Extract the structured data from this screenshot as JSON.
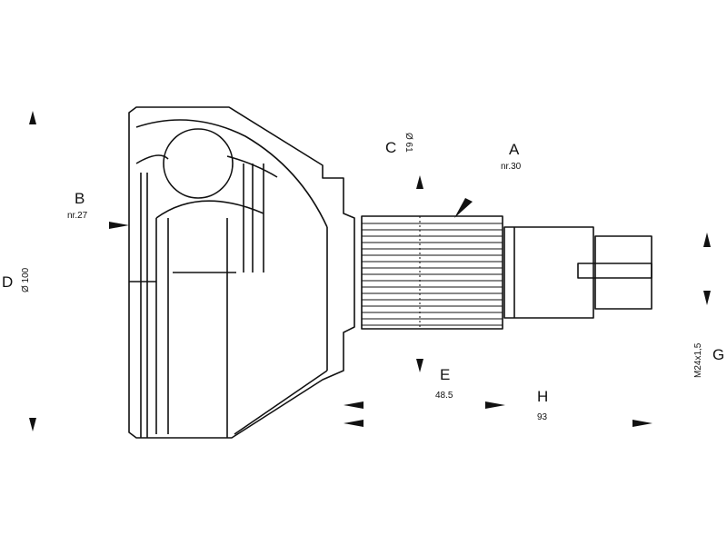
{
  "labels": {
    "A": {
      "letter": "A",
      "value": "nr.30"
    },
    "B": {
      "letter": "B",
      "value": "nr.27"
    },
    "C": {
      "letter": "C",
      "value": "Ø 61"
    },
    "D": {
      "letter": "D",
      "value": "Ø 100"
    },
    "E": {
      "letter": "E",
      "value": "48.5"
    },
    "G": {
      "letter": "G",
      "value": "M24x1,5"
    },
    "H": {
      "letter": "H",
      "value": "93"
    }
  },
  "colors": {
    "line": "#111111",
    "background": "#ffffff"
  }
}
